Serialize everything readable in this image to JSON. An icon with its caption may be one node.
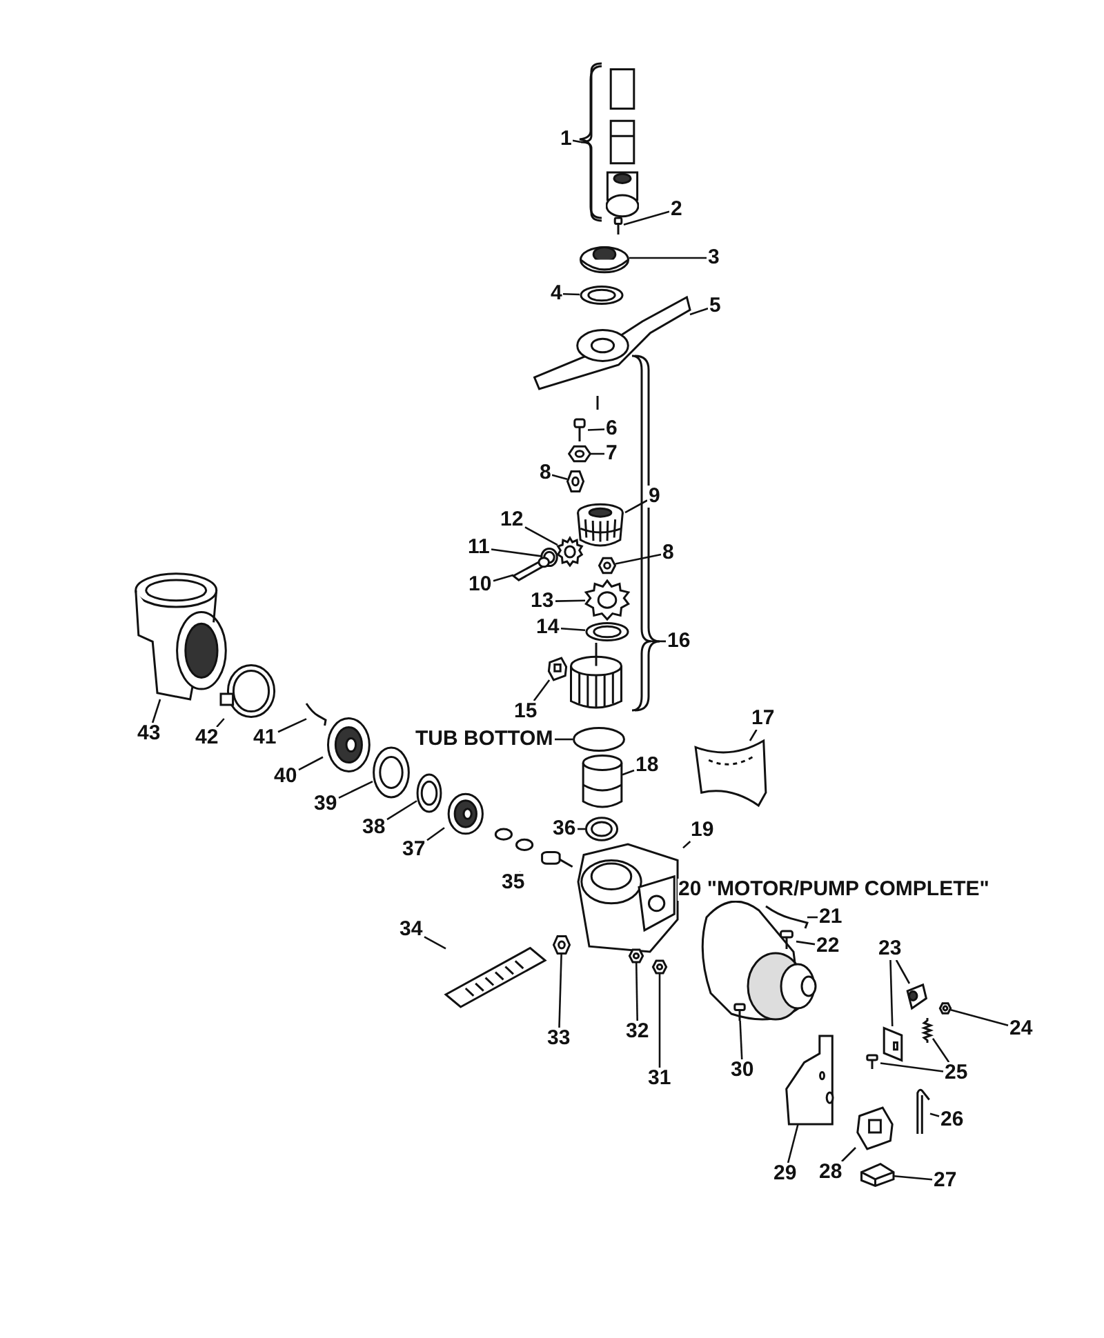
{
  "diagram": {
    "nodes": [
      {
        "text": [
          "2"
        ]
      },
      {
        "text": [],
        "shape": "picture"
      },
      {
        "text": [
          "3"
        ]
      },
      {
        "text": [],
        "shape": "picture"
      },
      {
        "text": [
          "4"
        ]
      },
      {
        "text": [],
        "shape": "picture"
      },
      {
        "text": [
          "5"
        ]
      },
      {
        "text": [],
        "shape": "picture"
      },
      {
        "text": [
          "6"
        ]
      },
      {
        "text": [],
        "shape": "picture"
      },
      {
        "text": [
          "7"
        ]
      },
      {
        "text": [],
        "shape": "picture"
      },
      {
        "text": [
          "8"
        ]
      },
      {
        "text": [],
        "shape": "picture"
      },
      {
        "text": [
          "9"
        ]
      },
      {
        "text": [],
        "shape": "picture"
      },
      {
        "text": [
          "12"
        ]
      },
      {
        "text": [],
        "shape": "picture"
      },
      {
        "text": [
          "11"
        ]
      },
      {
        "text": [],
        "shape": "picture"
      },
      {
        "text": [
          "8"
        ]
      },
      {
        "text": [],
        "shape": "picture"
      },
      {
        "text": [
          "10"
        ]
      },
      {
        "text": [],
        "shape": "picture"
      },
      {
        "text": [
          "13"
        ]
      },
      {
        "text": [],
        "shape": "picture"
      },
      {
        "text": [
          "14"
        ]
      },
      {
        "text": [],
        "shape": "picture"
      },
      {
        "text": [
          "15"
        ]
      },
      {
        "text": [],
        "shape": "picture"
      },
      {
        "text": [
          "43"
        ]
      },
      {
        "text": [],
        "shape": "picture"
      },
      {
        "text": [
          "42"
        ]
      },
      {
        "text": [],
        "shape": "picture"
      },
      {
        "text": [
          "41"
        ]
      },
      {
        "text": [],
        "shape": "picture"
      },
      {
        "text": [
          "40"
        ]
      },
      {
        "text": [],
        "shape": "picture"
      },
      {
        "text": [
          "39"
        ]
      },
      {
        "text": [],
        "shape": "picture"
      },
      {
        "text": [
          "38"
        ]
      },
      {
        "text": [],
        "shape": "picture"
      },
      {
        "text": [
          "37"
        ]
      },
      {
        "text": [],
        "shape": "picture"
      },
      {
        "text": [
          "TUB BOTTOM"
        ]
      },
      {
        "text": [],
        "shape": "circle"
      },
      {
        "text": [
          "17"
        ]
      },
      {
        "text": [],
        "shape": "picture"
      },
      {
        "text": [
          "18"
        ]
      },
      {
        "text": [],
        "shape": "cylinder"
      },
      {
        "text": [
          "36"
        ]
      },
      {
        "text": [],
        "shape": "picture"
      },
      {
        "text": [
          "19"
        ]
      },
      {
        "text": [],
        "shape": "picture"
      },
      {
        "text": [
          "35"
        ]
      },
      {
        "text": [],
        "shape": "picture"
      },
      {
        "text": [
          "21"
        ]
      },
      {
        "text": [],
        "shape": "picture"
      },
      {
        "text": [
          "22"
        ]
      },
      {
        "text": [],
        "shape": "picture"
      },
      {
        "text": [
          "34"
        ]
      },
      {
        "text": [],
        "shape": "picture"
      },
      {
        "text": [
          "33"
        ]
      },
      {
        "text": [],
        "shape": "picture"
      },
      {
        "text": [
          "32"
        ]
      },
      {
        "text": [],
        "shape": "picture"
      },
      {
        "text": [
          "31"
        ]
      },
      {
        "text": [],
        "shape": "picture"
      },
      {
        "text": [
          "30"
        ]
      },
      {
        "text": [],
        "shape": "picture"
      },
      {
        "text": [
          "23"
        ]
      },
      {
        "text": [],
        "shape": "picture"
      },
      {
        "text": [],
        "shape": "picture"
      },
      {
        "text": [
          "24"
        ]
      },
      {
        "text": [],
        "shape": "picture"
      },
      {
        "text": [
          "25"
        ]
      },
      {
        "text": [],
        "shape": "picture"
      },
      {
        "text": [],
        "shape": "picture"
      },
      {
        "text": [
          "26"
        ]
      },
      {
        "text": [],
        "shape": "picture"
      },
      {
        "text": [
          "29"
        ]
      },
      {
        "text": [],
        "shape": "picture"
      },
      {
        "text": [
          "28"
        ]
      },
      {
        "text": [],
        "shape": "picture"
      },
      {
        "text": [
          "27"
        ]
      },
      {
        "text": [],
        "shape": "picture"
      },
      {
        "text": [
          "1"
        ]
      },
      {
        "text": [],
        "shape": "picture"
      },
      {
        "text": [
          "16"
        ]
      },
      {
        "text": [],
        "shape": "picture"
      }
    ],
    "edges": [
      {
        "from": 0,
        "to": 1,
        "arrow": "none"
      },
      {
        "from": 2,
        "to": 3,
        "arrow": "none"
      },
      {
        "from": 4,
        "to": 5,
        "arrow": "none"
      },
      {
        "from": 6,
        "to": 7,
        "arrow": "none"
      },
      {
        "from": 8,
        "to": 9,
        "arrow": "none"
      },
      {
        "from": 10,
        "to": 11,
        "arrow": "none"
      },
      {
        "from": 12,
        "to": 13,
        "arrow": "none"
      },
      {
        "from": 14,
        "to": 15,
        "arrow": "none"
      },
      {
        "from": 16,
        "to": 17,
        "arrow": "none"
      },
      {
        "from": 18,
        "to": 19,
        "arrow": "none"
      },
      {
        "from": 20,
        "to": 21,
        "arrow": "none"
      },
      {
        "from": 22,
        "to": 23,
        "arrow": "none"
      },
      {
        "from": 24,
        "to": 25,
        "arrow": "none"
      },
      {
        "from": 26,
        "to": 27,
        "arrow": "none"
      },
      {
        "from": 28,
        "to": 29,
        "arrow": "none"
      },
      {
        "from": 30,
        "to": 31,
        "arrow": "none"
      },
      {
        "from": 32,
        "to": 33,
        "arrow": "none"
      },
      {
        "from": 34,
        "to": 35,
        "arrow": "none"
      },
      {
        "from": 36,
        "to": 37,
        "arrow": "none"
      },
      {
        "from": 38,
        "to": 39,
        "arrow": "none"
      },
      {
        "from": 40,
        "to": 41,
        "arrow": "none"
      },
      {
        "from": 42,
        "to": 43,
        "arrow": "none"
      },
      {
        "from": 44,
        "to": 45,
        "arrow": "none"
      },
      {
        "from": 46,
        "to": 47,
        "arrow": "none"
      },
      {
        "from": 48,
        "to": 49,
        "arrow": "none"
      },
      {
        "from": 50,
        "to": 51,
        "arrow": "none"
      },
      {
        "from": 52,
        "to": 53,
        "arrow": "none"
      },
      {
        "from": 54,
        "to": 55,
        "arrow": "none"
      },
      {
        "from": 56,
        "to": 57,
        "arrow": "none"
      },
      {
        "from": 58,
        "to": 59,
        "arrow": "none"
      },
      {
        "from": 60,
        "to": 61,
        "arrow": "none"
      },
      {
        "from": 62,
        "to": 63,
        "arrow": "none"
      },
      {
        "from": 64,
        "to": 65,
        "arrow": "none"
      },
      {
        "from": 66,
        "to": 67,
        "arrow": "none"
      },
      {
        "from": 68,
        "to": 69,
        "arrow": "none"
      },
      {
        "from": 70,
        "to": 71,
        "arrow": "none"
      },
      {
        "from": 70,
        "to": 72,
        "arrow": "none"
      },
      {
        "from": 73,
        "to": 74,
        "arrow": "none"
      },
      {
        "from": 75,
        "to": 76,
        "arrow": "none"
      },
      {
        "from": 75,
        "to": 77,
        "arrow": "none"
      },
      {
        "from": 78,
        "to": 79,
        "arrow": "none"
      },
      {
        "from": 80,
        "to": 81,
        "arrow": "none"
      },
      {
        "from": 82,
        "to": 83,
        "arrow": "none"
      },
      {
        "from": 84,
        "to": 85,
        "arrow": "none"
      },
      {
        "from": 86,
        "to": 87,
        "arrow": "none"
      },
      {
        "from": 88,
        "to": 89,
        "arrow": "none"
      }
    ],
    "labels": [
      "20 \"MOTOR/PUMP COMPLETE\""
    ]
  }
}
